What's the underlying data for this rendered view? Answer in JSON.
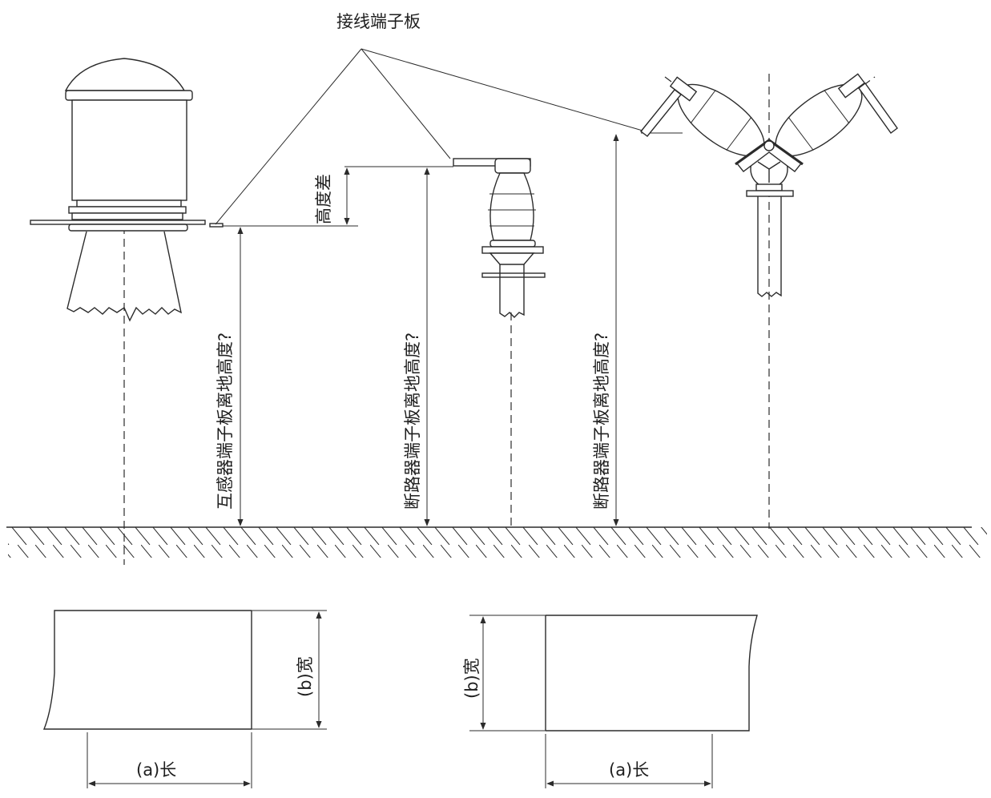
{
  "labels": {
    "terminal_board": "接线端子板",
    "height_diff": "高度差",
    "ct_terminal_height": "互感器端子板离地高度?",
    "breaker_terminal_height_1": "断路器端子板离地高度?",
    "breaker_terminal_height_2": "断路器端子板离地高度?",
    "width_1": "(b)宽",
    "length_1": "(a)长",
    "width_2": "(b)宽",
    "length_2": "(a)长"
  }
}
